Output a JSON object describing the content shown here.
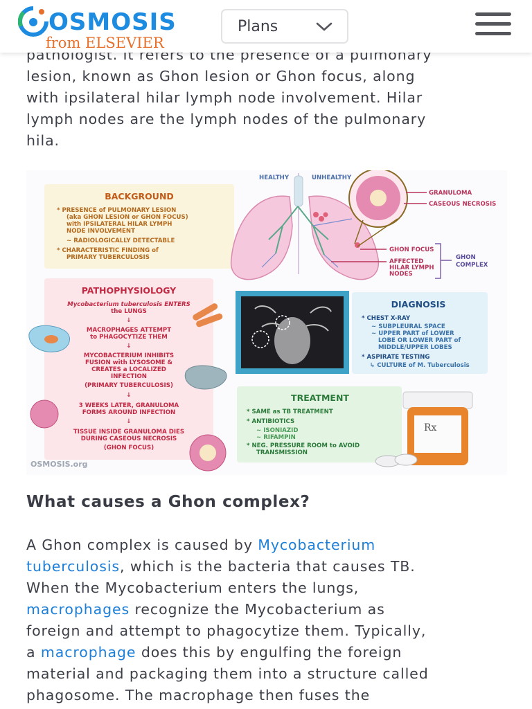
{
  "header": {
    "logo_text": "OSMOSIS",
    "logo_sub": "from ELSEVIER",
    "plans_label": "Plans",
    "icons": [
      "osmosis-logo-icon",
      "chevron-down-icon",
      "hamburger-menu-icon"
    ]
  },
  "intro": {
    "lines": [
      "pathologist. It refers to the presence of a pulmonary",
      "lesion, known as Ghon lesion or Ghon focus, along",
      "with ipsilateral hilar lymph node involvement. Hilar",
      "lymph nodes are the lymph nodes of the pulmonary",
      "hila."
    ]
  },
  "infographic": {
    "lung_labels": {
      "healthy": "HEALTHY",
      "unhealthy": "UNHEALTHY",
      "granuloma": "GRANULOMA",
      "caseous_necrosis": "CASEOUS NECROSIS",
      "ghon_focus": "GHON FOCUS",
      "affected_nodes_1": "AFFECTED",
      "affected_nodes_2": "HILAR LYMPH",
      "affected_nodes_3": "NODES",
      "ghon_complex_1": "GHON",
      "ghon_complex_2": "COMPLEX"
    },
    "background": {
      "title": "BACKGROUND",
      "lines": [
        "* PRESENCE of PULMONARY LESION",
        "(aka GHON LESION or GHON FOCUS)",
        "with IPSILATERAL HILAR LYMPH",
        "NODE INVOLVEMENT",
        "~ RADIOLOGICALLY DETECTABLE",
        "* CHARACTERISTIC FINDING of",
        "PRIMARY TUBERCULOSIS"
      ]
    },
    "pathophysiology": {
      "title": "PATHOPHYSIOLOGY",
      "lines": [
        "Mycobacterium tuberculosis ENTERS",
        "the LUNGS",
        "MACROPHAGES ATTEMPT",
        "to PHAGOCYTIZE THEM",
        "MYCOBACTERIUM INHIBITS",
        "FUSION with LYSOSOME &",
        "CREATES a LOCALIZED",
        "INFECTION",
        "(PRIMARY TUBERCULOSIS)",
        "3 WEEKS LATER, GRANULOMA",
        "FORMS AROUND INFECTION",
        "TISSUE INSIDE GRANULOMA DIES",
        "DURING CASEOUS NECROSIS",
        "(GHON FOCUS)"
      ]
    },
    "diagnosis": {
      "title": "DIAGNOSIS",
      "lines": [
        "* CHEST X-RAY",
        "~ SUBPLEURAL SPACE",
        "~ UPPER PART of LOWER",
        "LOBE OR LOWER PART of",
        "MIDDLE/UPPER LOBES",
        "* ASPIRATE TESTING",
        "↳ CULTURE of M. Tuberculosis"
      ]
    },
    "treatment": {
      "title": "TREATMENT",
      "lines": [
        "* SAME as TB TREATMENT",
        "* ANTIBIOTICS",
        "~ ISONIAZID",
        "~ RIFAMPIN",
        "* NEG. PRESSURE ROOM to AVOID",
        "TRANSMISSION"
      ]
    },
    "rx_label": "Rx",
    "watermark": "OSMOSIS.org"
  },
  "section": {
    "heading": "What causes a Ghon complex?"
  },
  "body": {
    "l1_a": "A Ghon complex is caused by ",
    "l1_link": "Mycobacterium",
    "l2_link": "tuberculosis",
    "l2_b": ", which is the bacteria that causes TB.",
    "l3": "When the Mycobacterium enters the lungs,",
    "l4_link": "macrophages",
    "l4_b": " recognize the Mycobacterium as",
    "l5": "foreign and attempt to phagocytize them. Typically,",
    "l6_a": "a ",
    "l6_link": "macrophage",
    "l6_b": " does this by engulfing the foreign",
    "l7": "material and packaging them into a structure called",
    "l8": "phagosome. The macrophage then fuses the"
  },
  "colors": {
    "brand_blue": "#1d8be0",
    "brand_orange": "#e5702b",
    "link": "#1d7fd8",
    "text": "#3d3f48"
  }
}
